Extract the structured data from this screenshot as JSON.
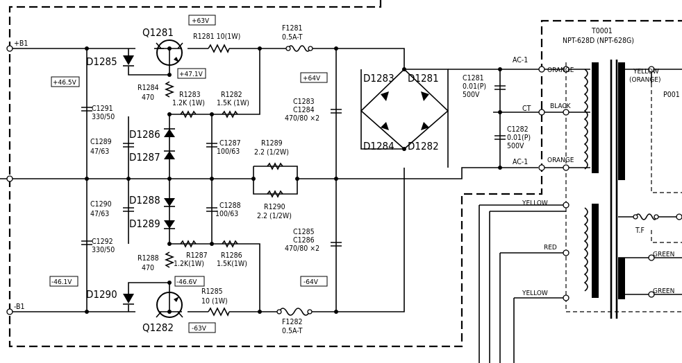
{
  "nets": {
    "b1_pos": "+B1",
    "b1_neg": "-B1",
    "ac1_top": "AC-1",
    "ct": "CT",
    "ac1_bot": "AC-1"
  },
  "voltages": {
    "v_p63": "+63V",
    "v_p471": "+47.1V",
    "v_p465": "+46.5V",
    "v_p64": "+64V",
    "v_n461": "-46.1V",
    "v_n466": "-46.6V",
    "v_n64": "-64V",
    "v_n63": "-63V"
  },
  "components": {
    "q1281": "Q1281",
    "q1282": "Q1282",
    "r1281": "R1281  10(1W)",
    "r1285": "R1285",
    "r1285_val": "10 (1W)",
    "f1281": "F1281",
    "f1281_val": "0.5A-T",
    "f1282": "F1282",
    "f1282_val": "0.5A-T",
    "d1285": "D1285",
    "d1286": "D1286",
    "d1287": "D1287",
    "d1288": "D1288",
    "d1289": "D1289",
    "d1290": "D1290",
    "d1281": "D1281",
    "d1282": "D1282",
    "d1283": "D1283",
    "d1284": "D1284",
    "r1284": "R1284",
    "r1284_val": "470",
    "r1283": "R1283",
    "r1283_val": "1.2K (1W)",
    "r1282": "R1282",
    "r1282_val": "1.5K (1W)",
    "r1288": "R1288",
    "r1288_val": "470",
    "r1287": "R1287",
    "r1287_val": "1.2K(1W)",
    "r1286": "R1286",
    "r1286_val": "1.5K(1W)",
    "c1291": "C1291",
    "c1291_val": "330/50",
    "c1292": "C1292",
    "c1292_val": "330/50",
    "c1289": "C1289",
    "c1289_val": "47/63",
    "c1290": "C1290",
    "c1290_val": "47/63",
    "c1287": "C1287",
    "c1287_val": "100/63",
    "c1288": "C1288",
    "c1288_val": "100/63",
    "r1289": "R1289",
    "r1289_val": "2.2 (1/2W)",
    "r1290": "R1290",
    "r1290_val": "2.2 (1/2W)",
    "c1283": "C1283",
    "c1284": "C1284",
    "c1283_val": "470/80 ×2",
    "c1285": "C1285",
    "c1286": "C1286",
    "c1285_val": "470/80 ×2",
    "c1281": "C1281",
    "c1281_v1": "0.01(P)",
    "c1281_v2": "500V",
    "c1282": "C1282",
    "c1282_v1": "0.01(P)",
    "c1282_v2": "500V",
    "t0001": "T0001",
    "t0001_val": "NPT-628D (NPT-628G)",
    "p001": "P001",
    "tf": "T.F"
  },
  "wires": {
    "orange_top": "ORANGE",
    "black": "BLACK",
    "orange_bot": "ORANGE",
    "yellow_top": "YELLOW",
    "yellow_orange": "(ORANGE)",
    "yellow_left": "YELLOW",
    "red": "RED",
    "yellow_left2": "YELLOW",
    "green1": "GREEN",
    "green2": "GREEN"
  }
}
